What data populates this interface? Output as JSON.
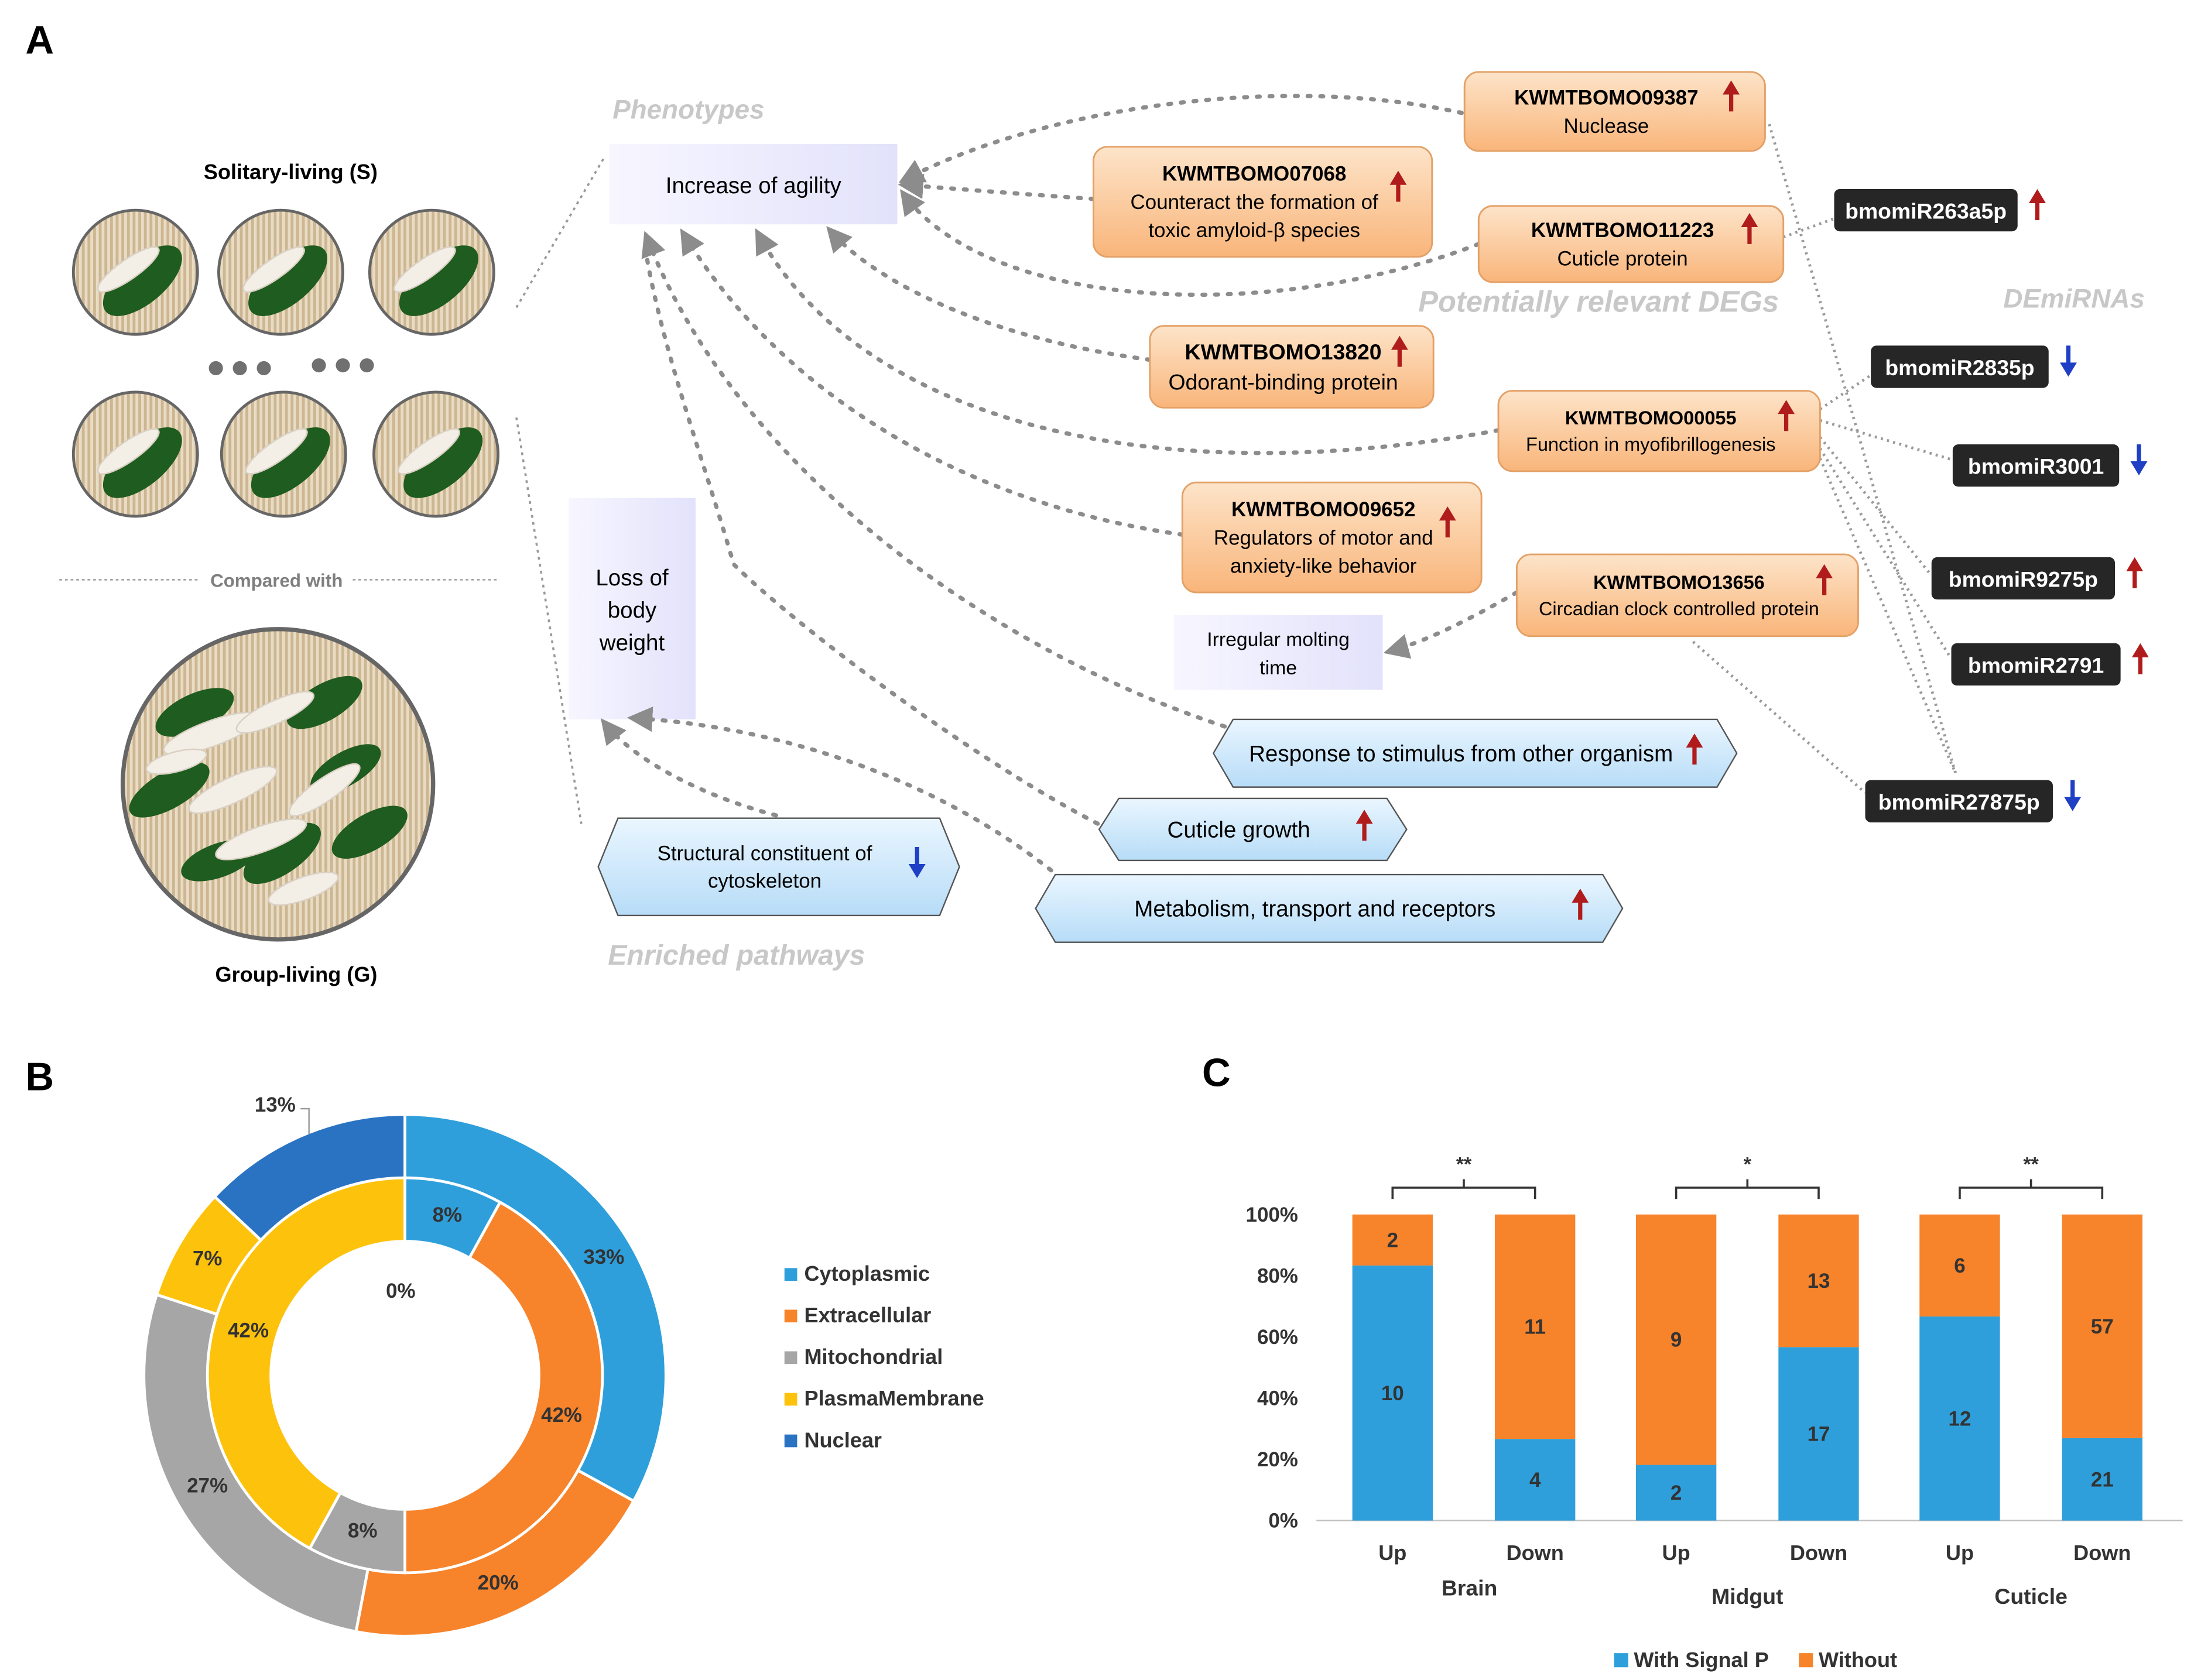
{
  "panelA": {
    "letter": "A",
    "solitary_label": "Solitary-living (S)",
    "compared_label": "Compared with",
    "group_label": "Group-living (G)",
    "section_phenotypes": "Phenotypes",
    "section_degs": "Potentially relevant DEGs",
    "section_demirnas": "DEmiRNAs",
    "section_pathways": "Enriched pathways",
    "phenotypes": {
      "agility": "Increase of agility",
      "weight": [
        "Loss of",
        "body",
        "weight"
      ],
      "molting": [
        "Irregular molting",
        "time"
      ]
    },
    "degs": [
      {
        "lines": [
          "KWMTBOMO09387",
          "Nuclease"
        ],
        "dir": "up"
      },
      {
        "lines": [
          "KWMTBOMO07068",
          "Counteract the formation of",
          "toxic amyloid-β species"
        ],
        "dir": "up"
      },
      {
        "lines": [
          "KWMTBOMO11223",
          "Cuticle protein"
        ],
        "dir": "up"
      },
      {
        "lines": [
          "KWMTBOMO13820",
          "Odorant-binding protein"
        ],
        "dir": "up"
      },
      {
        "lines": [
          "KWMTBOMO00055",
          "Function in myofibrillogenesis"
        ],
        "dir": "up"
      },
      {
        "lines": [
          "KWMTBOMO09652",
          "Regulators of motor and",
          "anxiety-like behavior"
        ],
        "dir": "up"
      },
      {
        "lines": [
          "KWMTBOMO13656",
          "Circadian clock controlled protein"
        ],
        "dir": "up"
      }
    ],
    "mirnas": [
      {
        "label": "bmomiR263a5p",
        "dir": "up"
      },
      {
        "label": "bmomiR2835p",
        "dir": "down"
      },
      {
        "label": "bmomiR3001",
        "dir": "down"
      },
      {
        "label": "bmomiR9275p",
        "dir": "up"
      },
      {
        "label": "bmomiR2791",
        "dir": "up"
      },
      {
        "label": "bmomiR27875p",
        "dir": "down"
      }
    ],
    "pathways": [
      {
        "label": "Response to stimulus from other organism",
        "dir": "up"
      },
      {
        "label": "Cuticle growth",
        "dir": "up"
      },
      {
        "label": "Metabolism, transport and receptors",
        "dir": "up"
      },
      {
        "lines": [
          "Structural constituent of",
          "cytoskeleton"
        ],
        "dir": "down"
      }
    ],
    "colors": {
      "up": "#b01c1c",
      "down": "#1f3fc4",
      "deg_fill": "#fbc18a",
      "pathway_fill": "#cfe8fb",
      "mirna_fill": "#262626"
    }
  },
  "panelB": {
    "letter": "B",
    "chart_data": {
      "type": "pie",
      "style": "nested-donut",
      "categories": [
        "Cytoplasmic",
        "Extracellular",
        "Mitochondrial",
        "PlasmaMembrane",
        "Nuclear"
      ],
      "colors": [
        "#2e9fdb",
        "#f7832a",
        "#a6a6a6",
        "#fdc20c",
        "#2a73c3"
      ],
      "outer_ring": [
        33,
        20,
        27,
        7,
        13
      ],
      "inner_ring": [
        8,
        42,
        8,
        42,
        0
      ],
      "outer_labels": [
        "33%",
        "20%",
        "27%",
        "7%",
        "13%"
      ],
      "inner_labels": [
        "8%",
        "42%",
        "8%",
        "42%",
        "0%"
      ],
      "legend_position": "right"
    }
  },
  "panelC": {
    "letter": "C",
    "chart_data": {
      "type": "bar",
      "stacked": "percent",
      "groups": [
        "Brain",
        "Midgut",
        "Cuticle"
      ],
      "categories": [
        "Up",
        "Down",
        "Up",
        "Down",
        "Up",
        "Down"
      ],
      "series": [
        {
          "name": "With Signal P",
          "color": "#2e9fdb",
          "values": [
            10,
            4,
            2,
            17,
            12,
            21
          ]
        },
        {
          "name": "Without",
          "color": "#f7832a",
          "values": [
            2,
            11,
            9,
            13,
            6,
            57
          ]
        }
      ],
      "yticks": [
        "0%",
        "20%",
        "40%",
        "60%",
        "80%",
        "100%"
      ],
      "ylim": [
        0,
        100
      ],
      "significance": [
        "**",
        "*",
        "**"
      ],
      "legend_position": "bottom"
    }
  }
}
